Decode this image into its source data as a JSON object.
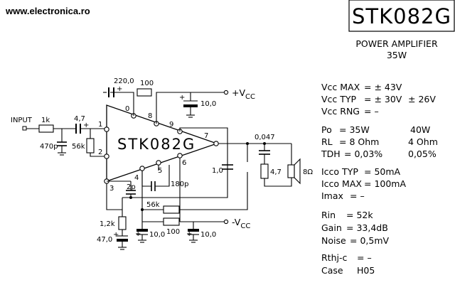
{
  "website": "www.electronica.ro",
  "part_number": "STK082G",
  "description": "POWER AMPLIFIER",
  "power": "35W",
  "ic_label": "STK082G",
  "rails": {
    "positive": "+V",
    "negative": "-V",
    "sub": "CC"
  },
  "input_label": "INPUT",
  "pins": [
    "0",
    "8",
    "9",
    "1",
    "2",
    "3",
    "4",
    "5",
    "6",
    "7"
  ],
  "components": {
    "c220": "220,0",
    "r100_top": "100",
    "c10_top": "10,0",
    "r1k": "1k",
    "c47": "4,7",
    "r56k": "56k",
    "c470p": "470p",
    "c047": "0,047",
    "c1": "1,0",
    "r47": "4,7",
    "speaker": "8Ω",
    "c2p": "2p",
    "c180p": "180p",
    "r56k_fb": "56k",
    "r100_bot": "100",
    "r12k": "1,2k",
    "c47_0": "47,0",
    "c10_bl": "10,0",
    "c10_br": "10,0"
  },
  "specs": {
    "vcc_max": {
      "label": "Vcc MAX",
      "value": "= ± 43V"
    },
    "vcc_typ": {
      "label": "Vcc TYP",
      "value": "= ± 30V",
      "alt": "± 26V"
    },
    "vcc_rng": {
      "label": "Vcc RNG",
      "value": "=   –"
    },
    "po": {
      "label": "Po",
      "value": "= 35W",
      "alt": "40W"
    },
    "rl": {
      "label": "RL",
      "value": "= 8 Ohm",
      "alt": "4 Ohm"
    },
    "tdh": {
      "label": "TDH",
      "value": "= 0,03%",
      "alt": "0,05%"
    },
    "icco_typ": {
      "label": "Icco TYP",
      "value": "= 50mA"
    },
    "icco_max": {
      "label": "Icco MAX",
      "value": "= 100mA"
    },
    "imax": {
      "label": "Imax",
      "value": "=   –"
    },
    "rin": {
      "label": "Rin",
      "value": "=  52k"
    },
    "gain": {
      "label": "Gain",
      "value": "=  33,4dB"
    },
    "noise": {
      "label": "Noise",
      "value": "=  0,5mV"
    },
    "rthj": {
      "label": "Rthj-c",
      "value": "=  –"
    },
    "case": {
      "label": "Case",
      "value": "H05"
    }
  }
}
